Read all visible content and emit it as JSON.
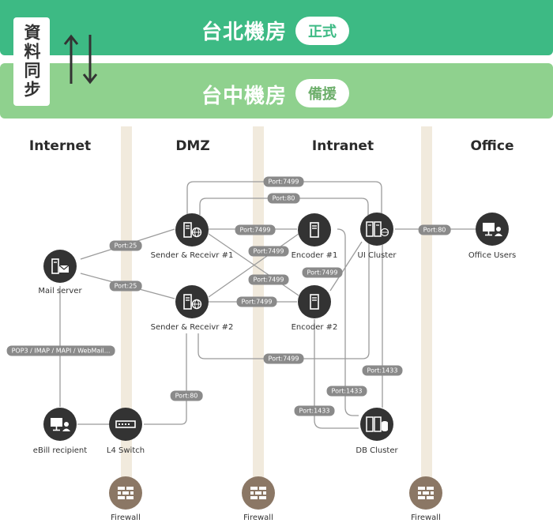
{
  "header": {
    "primary_site": "台北機房",
    "primary_badge": "正式",
    "backup_site": "台中機房",
    "backup_badge": "備援",
    "sync_label": "資料同步"
  },
  "zones": [
    "Internet",
    "DMZ",
    "Intranet",
    "Office"
  ],
  "nodes": {
    "mail_server": "Mail server",
    "sender1": "Sender & Receivr #1",
    "sender2": "Sender & Receivr #2",
    "encoder1": "Encoder #1",
    "encoder2": "Encoder #2",
    "ui_cluster": "UI Cluster",
    "office_users": "Office Users",
    "ebill": "eBill recipient",
    "l4": "L4 Switch",
    "db": "DB Cluster",
    "firewall": "Firewall"
  },
  "ports": {
    "p7499_top": "Port:7499",
    "p80_top": "Port:80",
    "p25_a": "Port:25",
    "p25_b": "Port:25",
    "p7499_s1e1": "Port:7499",
    "p7499_s2e1": "Port:7499",
    "p7499_s1e2": "Port:7499",
    "p7499_s2e2": "Port:7499",
    "p7499_ui_e2": "Port:7499",
    "p80_office": "Port:80",
    "pop": "POP3 / IMAP / MAPI / WebMail...",
    "p7499_bottom": "Port:7499",
    "p80_l4": "Port:80",
    "p1433_a": "Port:1433",
    "p1433_b": "Port:1433",
    "p1433_c": "Port:1433"
  },
  "colors": {
    "primary_band": "#3dba84",
    "backup_band": "#8fd18e",
    "node": "#333333",
    "firewall": "#8b7765",
    "line": "#9b9b9b"
  }
}
